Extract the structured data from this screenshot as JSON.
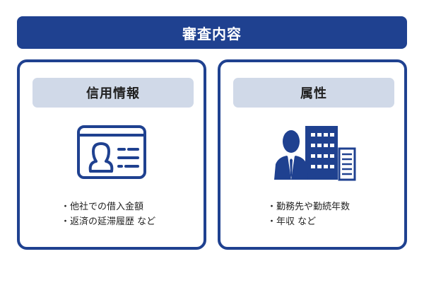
{
  "header": {
    "title": "審査内容"
  },
  "colors": {
    "primary": "#1f4190",
    "pill": "#d0d9e8",
    "text": "#222222"
  },
  "cards": [
    {
      "title": "信用情報",
      "icon": "id-card-icon",
      "items": [
        "他社での借入金額",
        "返済の延滞履歴 など"
      ]
    },
    {
      "title": "属性",
      "icon": "businessman-building-icon",
      "items": [
        "勤務先や勤続年数",
        "年収 など"
      ]
    }
  ]
}
